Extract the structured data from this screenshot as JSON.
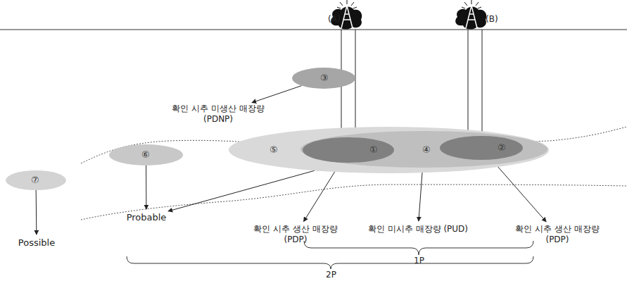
{
  "diagram": {
    "nodes": [
      {
        "text": [
          "③"
        ]
      },
      {
        "text": [
          "확인 시추 미생산 매장량 (PDNP)"
        ]
      },
      {
        "text": [
          "⑤"
        ]
      },
      {
        "text": [
          "④"
        ],
        "in": 2
      },
      {
        "text": [
          "①"
        ],
        "in": 3
      },
      {
        "text": [
          "②"
        ],
        "in": 3
      },
      {
        "text": [
          "⑥"
        ]
      },
      {
        "text": [
          "⑦"
        ]
      },
      {
        "text": [
          "Probable"
        ]
      },
      {
        "text": [
          "Possible"
        ]
      },
      {
        "text": [
          "확인 시추 생산 매장량 (PDP)"
        ]
      },
      {
        "text": [
          "확인 미시추 매장량 (PUD)"
        ]
      },
      {
        "text": [
          "확인 시추 생산 매장량 (PDP)"
        ]
      }
    ],
    "edges": [
      {
        "from": 0,
        "to": 1,
        "arrow": "to"
      },
      {
        "from": 6,
        "to": 8,
        "arrow": "to"
      },
      {
        "from": 2,
        "to": 8,
        "arrow": "to"
      },
      {
        "from": 7,
        "to": 9,
        "arrow": "to"
      },
      {
        "from": 4,
        "to": 10,
        "arrow": "to"
      },
      {
        "from": 3,
        "to": 11,
        "arrow": "to"
      },
      {
        "from": 5,
        "to": 12,
        "arrow": "to"
      }
    ],
    "labels": [
      "(A)",
      "(B)",
      "1P",
      "2P"
    ]
  }
}
